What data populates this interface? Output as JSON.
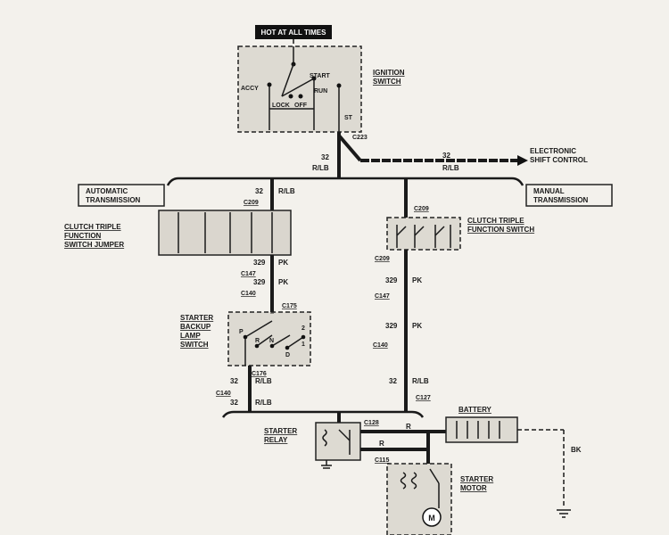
{
  "header_badge": "HOT AT ALL TIMES",
  "ignition_switch": {
    "title": "IGNITION\nSWITCH",
    "positions": {
      "accy": "ACCY",
      "start": "START",
      "run": "RUN",
      "lock": "LOCK",
      "off": "OFF",
      "st": "ST"
    }
  },
  "connectors": {
    "c223": "C223",
    "c209_left": "C209",
    "c209_right_top": "C209",
    "c209_right_bottom": "C209",
    "c147_left": "C147",
    "c140_left": "C140",
    "c175": "C175",
    "c176": "C176",
    "c140_left_bottom": "C140",
    "c147_right": "C147",
    "c140_right": "C140",
    "c127": "C127",
    "c128": "C128",
    "c115": "C115"
  },
  "wires": {
    "main_circuit": "32",
    "main_color": "R/LB",
    "esc_circuit": "32",
    "esc_color": "R/LB",
    "auto_circuit": "32",
    "auto_color": "R/LB",
    "pk_circuit": "329",
    "pk_color": "PK",
    "relay_feed_color": "R",
    "ground_color": "BK"
  },
  "labels": {
    "electronic_shift_control": "ELECTRONIC\nSHIFT CONTROL",
    "automatic_transmission": "AUTOMATIC\nTRANSMISSION",
    "manual_transmission": "MANUAL\nTRANSMISSION",
    "clutch_jumper": "CLUTCH TRIPLE\nFUNCTION\nSWITCH JUMPER",
    "clutch_switch": "CLUTCH TRIPLE\nFUNCTION SWITCH",
    "backup_switch": "STARTER\nBACKUP\nLAMP\nSWITCH",
    "starter_relay": "STARTER\nRELAY",
    "battery": "BATTERY",
    "starter_motor": "STARTER\nMOTOR",
    "motor_symbol": "M"
  },
  "gear_positions": {
    "p": "P",
    "r": "R",
    "n": "N",
    "d": "D",
    "two": "2",
    "one": "1"
  }
}
